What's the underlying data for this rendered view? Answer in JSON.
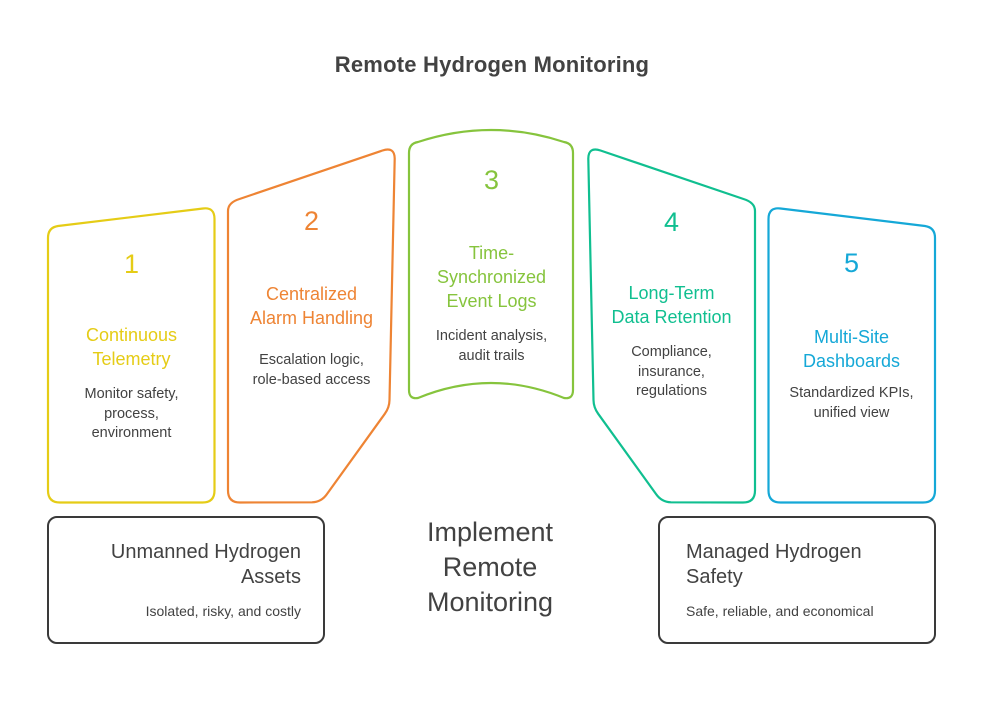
{
  "title": "Remote Hydrogen Monitoring",
  "ink": "#424242",
  "box_border": "#3a3a3a",
  "steps": [
    {
      "number": "1",
      "title": "Continuous\nTelemetry",
      "description": "Monitor safety,\nprocess,\nenvironment",
      "color": "#e5cc16"
    },
    {
      "number": "2",
      "title": "Centralized\nAlarm Handling",
      "description": "Escalation logic,\nrole-based access",
      "color": "#ee8434"
    },
    {
      "number": "3",
      "title": "Time-\nSynchronized\nEvent Logs",
      "description": "Incident analysis,\naudit trails",
      "color": "#86c43d"
    },
    {
      "number": "4",
      "title": "Long-Term\nData Retention",
      "description": "Compliance,\ninsurance,\nregulations",
      "color": "#10bf90"
    },
    {
      "number": "5",
      "title": "Multi-Site\nDashboards",
      "description": "Standardized KPIs,\nunified view",
      "color": "#15a8d7"
    }
  ],
  "before_box": {
    "title": "Unmanned Hydrogen\nAssets",
    "description": "Isolated, risky, and costly"
  },
  "action": {
    "label": "Implement\nRemote\nMonitoring"
  },
  "after_box": {
    "title": "Managed Hydrogen\nSafety",
    "description": "Safe, reliable, and economical"
  }
}
